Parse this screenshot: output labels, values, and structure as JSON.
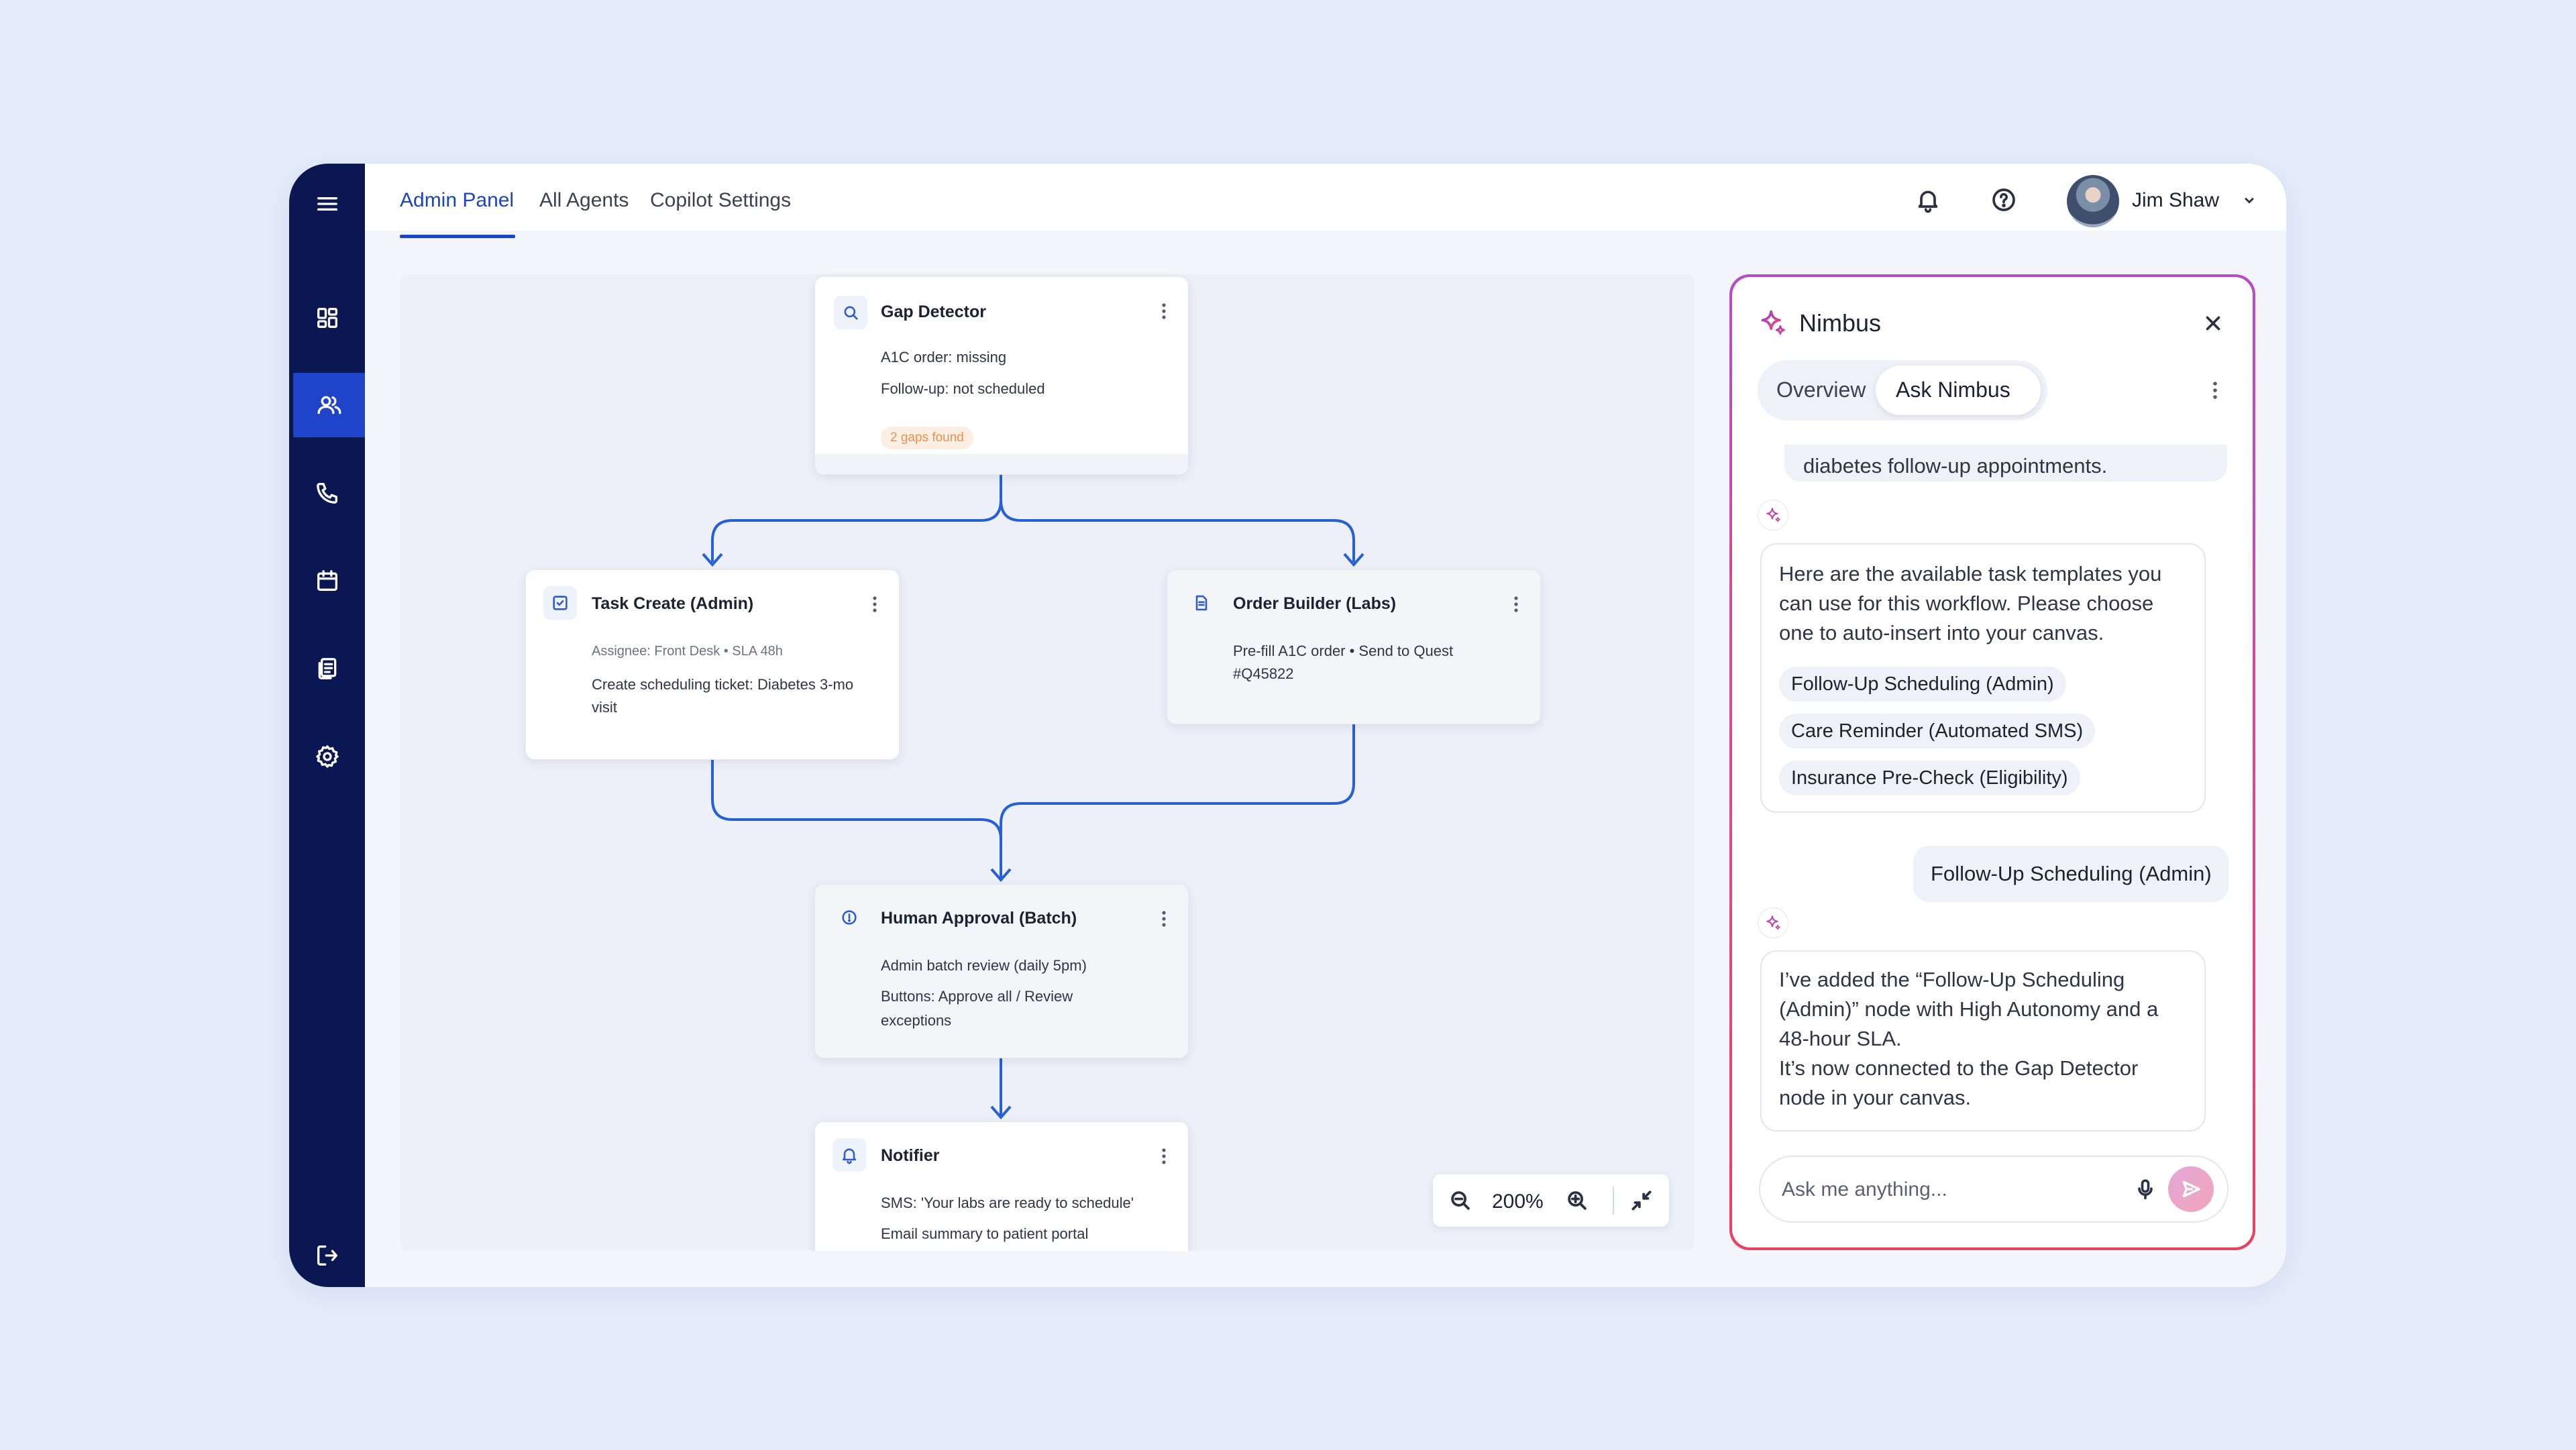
{
  "topbar": {
    "tabs": [
      {
        "label": "Admin Panel"
      },
      {
        "label": "All Agents"
      },
      {
        "label": "Copilot Settings"
      }
    ],
    "user": {
      "name": "Jim Shaw"
    }
  },
  "sidebar": {
    "items": [
      {
        "icon": "menu-icon"
      },
      {
        "icon": "dashboard-icon"
      },
      {
        "icon": "users-icon",
        "active": true
      },
      {
        "icon": "phone-icon"
      },
      {
        "icon": "calendar-icon"
      },
      {
        "icon": "documents-icon"
      },
      {
        "icon": "settings-icon"
      },
      {
        "icon": "logout-icon"
      }
    ]
  },
  "canvas": {
    "nodes": {
      "gap_detector": {
        "title": "Gap Detector",
        "lines": [
          "A1C order: missing",
          "Follow-up: not scheduled"
        ],
        "badge": "2 gaps found"
      },
      "task_create": {
        "title": "Task Create (Admin)",
        "meta": "Assignee: Front Desk • SLA 48h",
        "lines": [
          "Create scheduling ticket: Diabetes 3-mo",
          "visit"
        ]
      },
      "order_builder": {
        "title": "Order Builder (Labs)",
        "lines": [
          "Pre-fill A1C order • Send to Quest",
          "#Q45822"
        ]
      },
      "human_approval": {
        "title": "Human Approval (Batch)",
        "lines": [
          "Admin batch review (daily 5pm)",
          "Buttons: Approve all / Review",
          "exceptions"
        ]
      },
      "notifier": {
        "title": "Notifier",
        "lines": [
          "SMS: 'Your labs are ready to schedule'",
          "Email summary to patient portal"
        ]
      }
    },
    "zoom": "200%"
  },
  "nimbus": {
    "title": "Nimbus",
    "tabs": {
      "overview": "Overview",
      "ask": "Ask Nimbus"
    },
    "active_tab": "Ask Nimbus",
    "messages": {
      "prev_user": "diabetes follow-up appointments.",
      "ai1": [
        "Here are the available task templates you",
        "can use for this workflow. Please choose",
        "one to auto-insert into your canvas."
      ],
      "templates": [
        "Follow-Up Scheduling (Admin)",
        "Care Reminder (Automated SMS)",
        "Insurance Pre-Check (Eligibility)"
      ],
      "user_reply": "Follow-Up Scheduling (Admin)",
      "ai2": [
        "I’ve added the “Follow-Up Scheduling",
        "(Admin)” node with High Autonomy and a",
        "48-hour SLA.",
        "It’s now connected to the Gap Detector",
        "node in your canvas."
      ]
    },
    "input": {
      "placeholder": "Ask me anything..."
    }
  },
  "colors": {
    "sidebar": "#0b1752",
    "accent": "#1f43c9",
    "wire": "#2660d9",
    "badge_text": "#e9914f"
  }
}
